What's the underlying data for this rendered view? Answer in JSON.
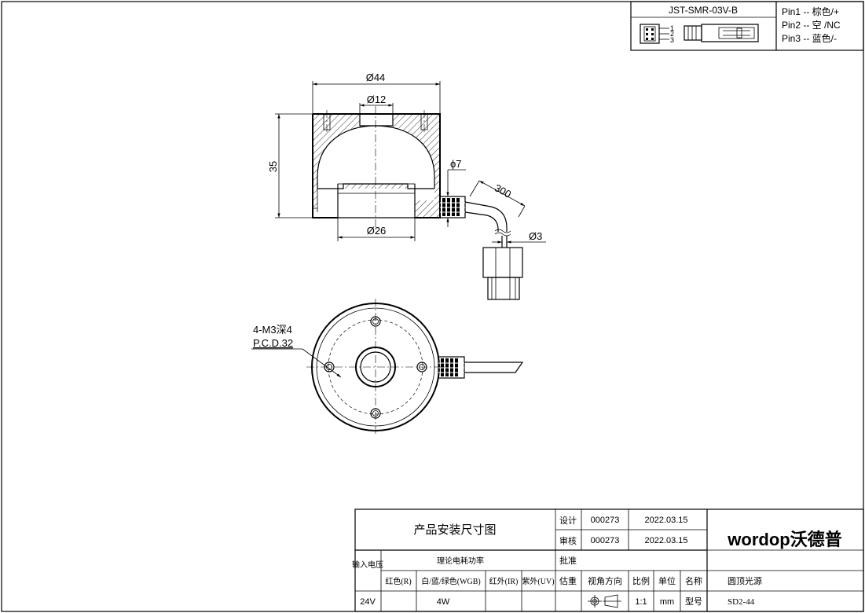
{
  "connector": {
    "model": "JST-SMR-03V-B",
    "pin_numbers": [
      "1",
      "2",
      "3"
    ],
    "pins": [
      "Pin1 -- 棕色/+",
      "Pin2 -- 空 /NC",
      "Pin3 -- 蓝色/-"
    ]
  },
  "dimensions": {
    "outer_diameter": "Ø44",
    "top_hole_diameter": "Ø12",
    "height": "35",
    "bottom_opening_diameter": "Ø26",
    "cable_gland_diameter": "ϕ7",
    "cable_length": "300",
    "cable_diameter": "Ø3",
    "mount_holes": "4-M3深4",
    "pcd": "P.C.D.32"
  },
  "title_block": {
    "drawing_title": "产品安装尺寸图",
    "design_label": "设计",
    "design_no": "000273",
    "design_date": "2022.03.15",
    "review_label": "审核",
    "review_no": "000273",
    "review_date": "2022.03.15",
    "approve_label": "批准",
    "power_header": "理论电耗功率",
    "input_voltage_label": "输入电压",
    "col_red": "红色(R)",
    "col_wgb": "白/蓝/绿色(WGB)",
    "col_ir": "红外(IR)",
    "col_uv": "紫外(UV)",
    "col_estimate": "估重",
    "col_view": "视角方向",
    "col_scale": "比例",
    "col_unit": "单位",
    "col_name": "名称",
    "voltage": "24V",
    "power_wgb": "4W",
    "scale": "1:1",
    "unit": "mm",
    "model_label": "型号",
    "product_name": "圆顶光源",
    "model": "SD2-44",
    "logo_text": "wordop沃德普"
  }
}
